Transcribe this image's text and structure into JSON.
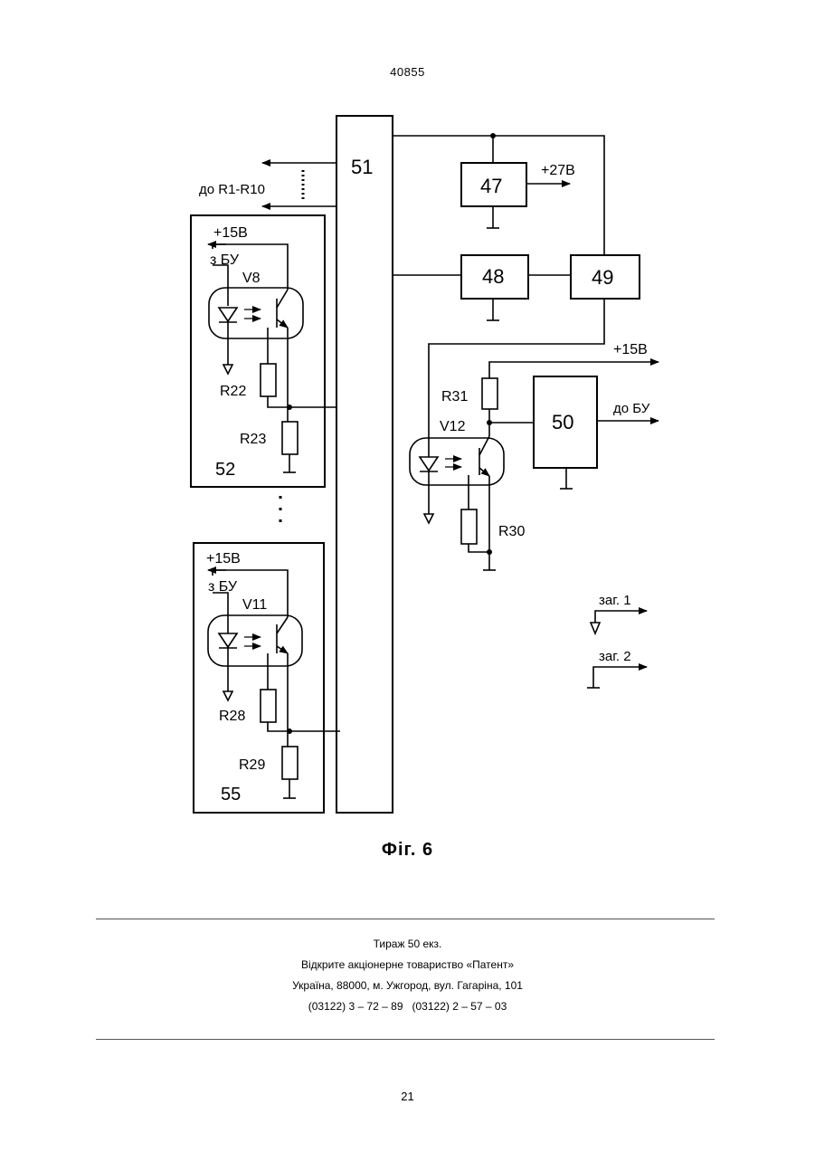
{
  "header": {
    "document_number": "40855"
  },
  "figure": {
    "caption": "Фіг. 6",
    "blocks": {
      "b51": "51",
      "b47": "47",
      "b48": "48",
      "b49": "49",
      "b50": "50",
      "b52": "52",
      "b55": "55"
    },
    "labels": {
      "to_r1_r10": "до R1-R10",
      "plus27": "+27В",
      "plus15_top": "+15В",
      "from_bu_top": "з БУ",
      "v8": "V8",
      "r22": "R22",
      "r23": "R23",
      "plus15_bottom": "+15В",
      "from_bu_bottom": "з БУ",
      "v11": "V11",
      "r28": "R28",
      "r29": "R29",
      "plus15_right": "+15В",
      "r31": "R31",
      "v12": "V12",
      "r30": "R30",
      "to_bu": "до БУ",
      "zag1": "заг. 1",
      "zag2": "заг. 2"
    }
  },
  "imprint": {
    "line1": "Тираж 50 екз.",
    "line2": "Відкрите акціонерне товариство «Патент»",
    "line3": "Україна, 88000, м. Ужгород, вул. Гагаріна, 101",
    "line4": "(03122) 3 – 72 – 89   (03122) 2 – 57 – 03"
  },
  "page_number": "21"
}
